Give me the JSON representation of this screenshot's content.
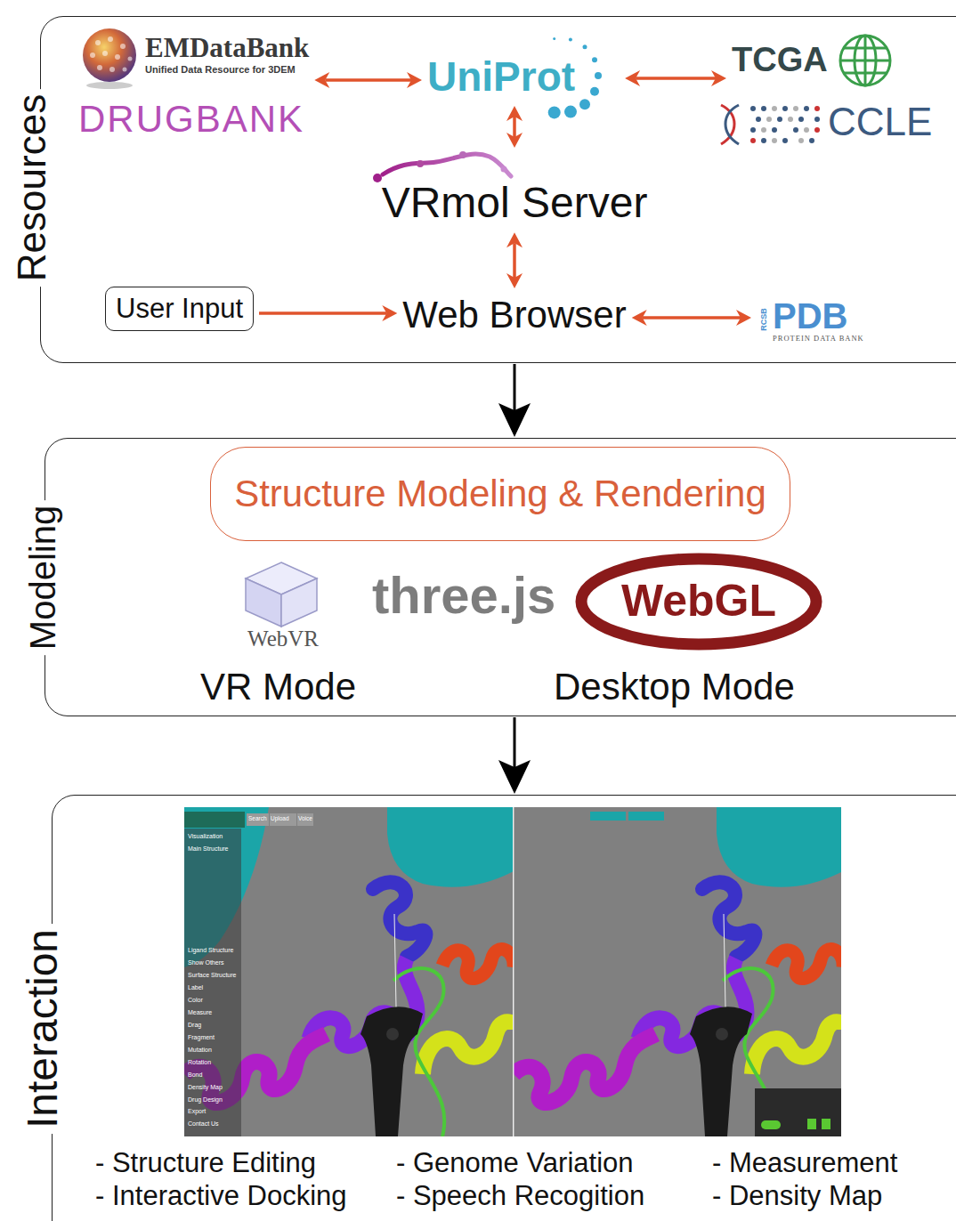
{
  "diagram": {
    "nodes": [
      {
        "text": [
          "Resources"
        ]
      },
      {
        "text": [
          "EMDataBank",
          "Unified Data Resource for 3DEM"
        ],
        "in": 0
      },
      {
        "text": [
          "DRUGBANK"
        ],
        "in": 0
      },
      {
        "text": [
          "UniProt"
        ],
        "in": 0
      },
      {
        "text": [
          "TCGA"
        ],
        "in": 0
      },
      {
        "text": [
          "CCLE"
        ],
        "in": 0
      },
      {
        "text": [
          "VRmol Server"
        ],
        "in": 0
      },
      {
        "text": [
          "User Input"
        ],
        "in": 0
      },
      {
        "text": [
          "Web Browser"
        ],
        "in": 0
      },
      {
        "text": [
          "RCSB",
          "PDB",
          "PROTEIN DATA BANK"
        ],
        "in": 0
      },
      {
        "text": [
          "Modeling"
        ]
      },
      {
        "text": [
          "Structure Modeling & Rendering"
        ],
        "in": 10
      },
      {
        "text": [
          "Interaction"
        ]
      }
    ],
    "edges": [
      {
        "from": 1,
        "to": 3,
        "arrow": "both"
      },
      {
        "from": 3,
        "to": 4,
        "arrow": "both"
      },
      {
        "from": 3,
        "to": 6,
        "arrow": "both"
      },
      {
        "from": 6,
        "to": 8,
        "arrow": "both"
      },
      {
        "from": 7,
        "to": 8,
        "arrow": "to"
      },
      {
        "from": 8,
        "to": 9,
        "arrow": "both"
      },
      {
        "from": 0,
        "to": 10,
        "arrow": "to"
      },
      {
        "from": 10,
        "to": 12,
        "arrow": "to"
      }
    ],
    "labels": [
      "WebVR",
      "three.js",
      "WebGL",
      "VR Mode",
      "Desktop Mode",
      "Search",
      "Upload",
      "Voice",
      "Visualization",
      "Main Structure",
      "Ligand Structure",
      "Show Others",
      "Surface Structure",
      "Label",
      "Color",
      "Measure",
      "Drag",
      "Fragment",
      "Mutation",
      "Rotation",
      "Bond",
      "Density Map",
      "Drug Design",
      "Export",
      "Contact Us",
      "- Structure Editing",
      "- Genome Variation",
      "- Measurement",
      "- Interactive Docking",
      "- Speech Recogition",
      "- Density Map"
    ]
  }
}
